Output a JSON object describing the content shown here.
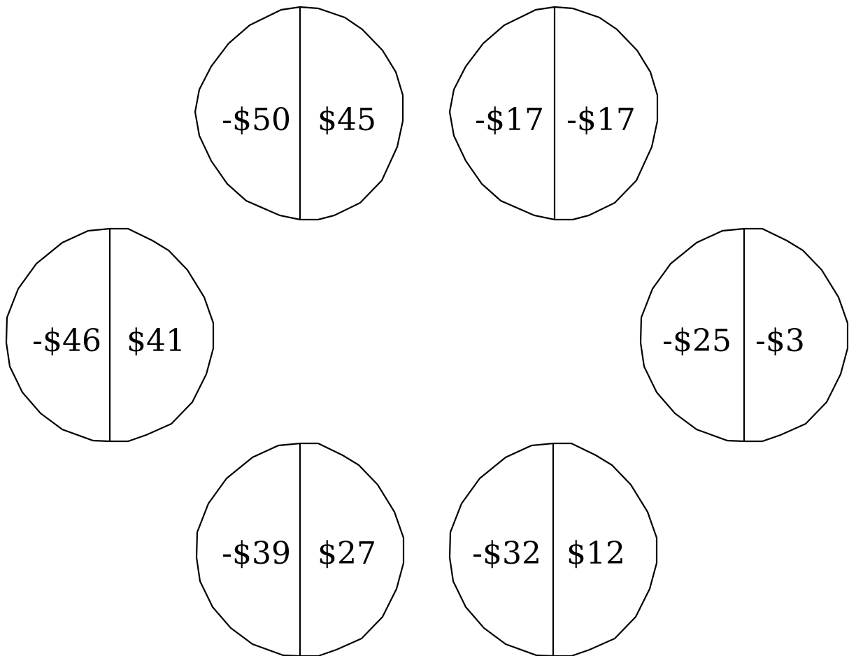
{
  "colors": {
    "background": "#ffffff",
    "stroke": "#000000",
    "text": "#000000"
  },
  "discs": [
    {
      "left": "-$50",
      "right": "$45"
    },
    {
      "left": "-$17",
      "right": "-$17"
    },
    {
      "left": "-$46",
      "right": "$41"
    },
    {
      "left": "-$25",
      "right": "-$3"
    },
    {
      "left": "-$39",
      "right": "$27"
    },
    {
      "left": "-$32",
      "right": "$12"
    }
  ]
}
